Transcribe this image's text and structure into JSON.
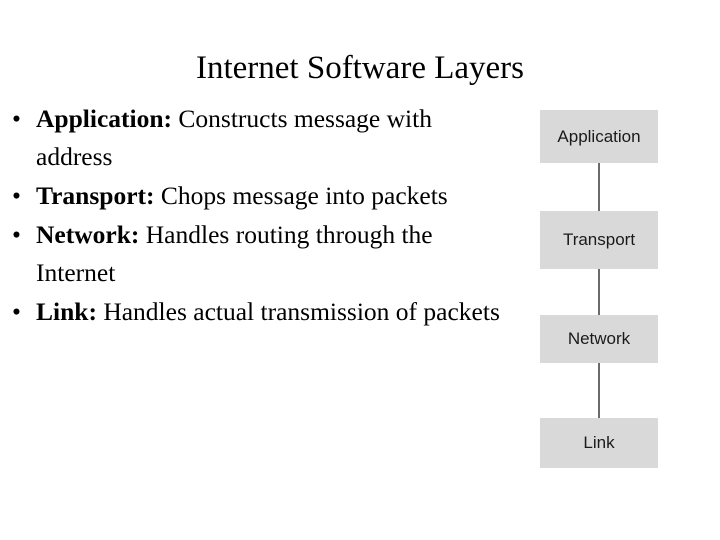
{
  "slide": {
    "title": "Internet Software Layers",
    "background_color": "#ffffff",
    "text_color": "#000000"
  },
  "bullets": {
    "marker": "•",
    "items": [
      {
        "term": "Application:",
        "rest": " Constructs message with address"
      },
      {
        "term": "Transport:",
        "rest": " Chops message into packets"
      },
      {
        "term": "Network:",
        "rest": " Handles routing through the Internet"
      },
      {
        "term": "Link:",
        "rest": " Handles actual transmission of packets"
      }
    ]
  },
  "diagram": {
    "box_fill_color": "#d9d9d9",
    "connector_color": "#6b6b6b",
    "label_color": "#1a1a1a",
    "layers": [
      {
        "label": "Application"
      },
      {
        "label": "Transport"
      },
      {
        "label": "Network"
      },
      {
        "label": "Link"
      }
    ]
  }
}
